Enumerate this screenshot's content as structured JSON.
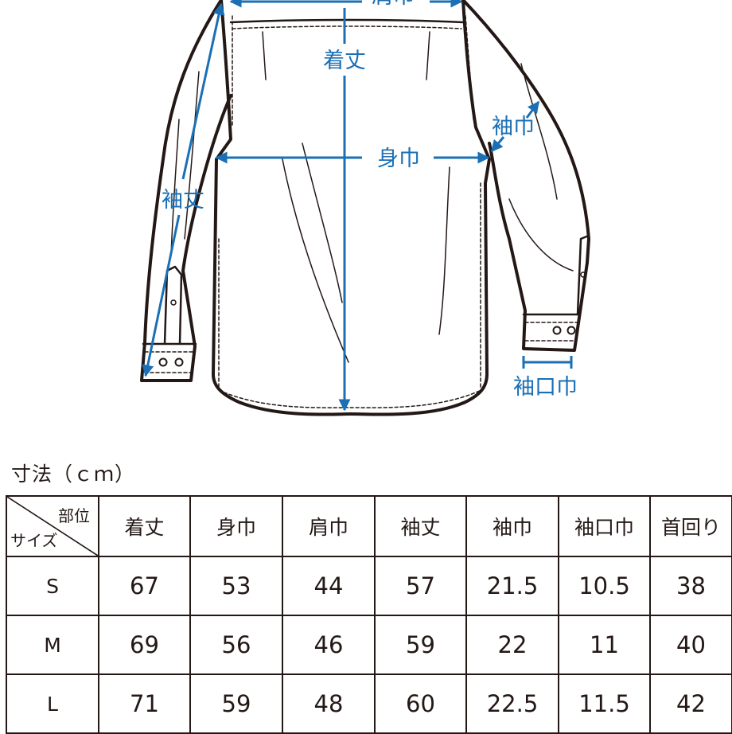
{
  "diagram": {
    "labels": {
      "shoulder_width": "肩巾",
      "length": "着丈",
      "body_width": "身巾",
      "sleeve_length": "袖丈",
      "sleeve_width": "袖巾",
      "cuff_width": "袖口巾"
    },
    "colors": {
      "dimension": "#1a6fb5",
      "line": "#231815"
    }
  },
  "table": {
    "caption": "寸法（ｃｍ）",
    "corner": {
      "top": "部位",
      "bottom": "サイズ"
    },
    "headers": [
      "着丈",
      "身巾",
      "肩巾",
      "袖丈",
      "袖巾",
      "袖口巾",
      "首回り"
    ],
    "rows": [
      {
        "size": "S",
        "values": [
          "67",
          "53",
          "44",
          "57",
          "21.5",
          "10.5",
          "38"
        ]
      },
      {
        "size": "M",
        "values": [
          "69",
          "56",
          "46",
          "59",
          "22",
          "11",
          "40"
        ]
      },
      {
        "size": "L",
        "values": [
          "71",
          "59",
          "48",
          "60",
          "22.5",
          "11.5",
          "42"
        ]
      }
    ]
  }
}
